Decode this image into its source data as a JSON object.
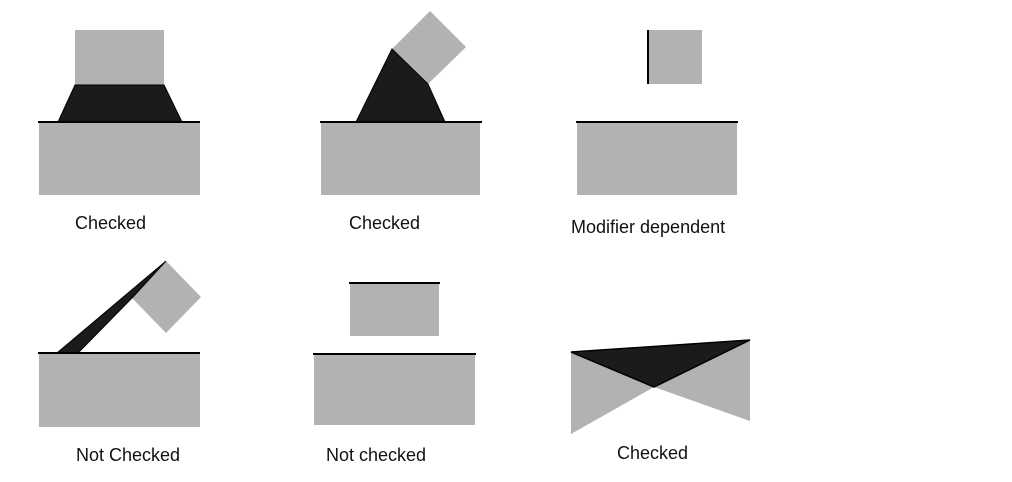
{
  "colors": {
    "gray": "#b2b2b2",
    "dark": "#1b1b1b",
    "line": "#000000"
  },
  "cases": [
    {
      "label": "Checked"
    },
    {
      "label": "Checked"
    },
    {
      "label": "Modifier dependent"
    },
    {
      "label": "Not Checked"
    },
    {
      "label": "Not checked"
    },
    {
      "label": "Checked"
    }
  ]
}
